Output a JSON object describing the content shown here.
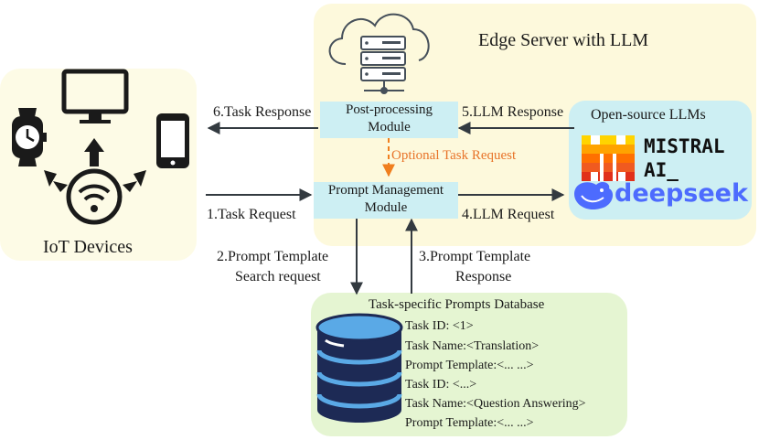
{
  "edge_server": {
    "title": "Edge Server with  LLM"
  },
  "iot": {
    "title": "IoT Devices"
  },
  "modules": {
    "post_processing": [
      "Post-processing",
      "Module"
    ],
    "prompt_management": [
      "Prompt Management",
      "Module"
    ]
  },
  "llms": {
    "title": "Open-source LLMs",
    "mistral_line1": "MISTRAL",
    "mistral_line2": "AI_",
    "deepseek": "deepseek"
  },
  "arrows": {
    "task_response": "6.Task Response",
    "llm_response": "5.LLM Response",
    "optional_task_request": "Optional Task Request",
    "task_request": "1.Task Request",
    "llm_request": "4.LLM Request",
    "template_search": [
      "2.Prompt Template",
      "Search request"
    ],
    "template_response": [
      "3.Prompt Template",
      "Response"
    ]
  },
  "database": {
    "title": "Task-specific Prompts Database",
    "entries": [
      "Task ID: <1>",
      "Task Name:<Translation>",
      "Prompt Template:<... ...>",
      "Task ID: <...>",
      "Task Name:<Question Answering>",
      "Prompt Template:<... ...>"
    ]
  },
  "colors": {
    "edge_bg": "#fdf9dc",
    "iot_bg": "#fdfbe6",
    "db_bg": "#e5f5d2",
    "module_bg": "#cdeff3",
    "llm_bg": "#cdeff3",
    "optional_arrow": "#f07f1e",
    "mistral_orange": "#f05a20",
    "deepseek_blue": "#4d6bfe",
    "db_navy": "#1d2a55",
    "db_blue": "#5aa9e6"
  },
  "icons": [
    "cloud-server-icon",
    "smartwatch-icon",
    "monitor-icon",
    "smartphone-icon",
    "wifi-hub-icon",
    "database-icon",
    "mistral-logo",
    "deepseek-whale-logo"
  ]
}
